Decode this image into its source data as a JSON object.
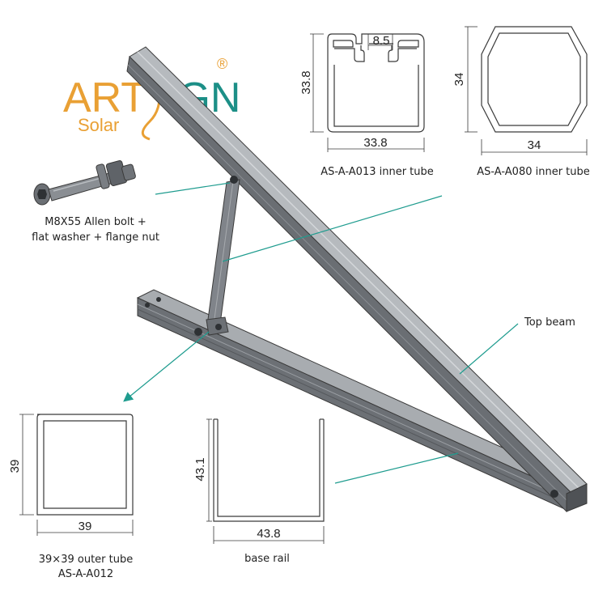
{
  "logo": {
    "part1": "ART",
    "part2": "IGN",
    "sub": "Solar",
    "registered": "®",
    "colors": {
      "orange": "#e9a034",
      "teal": "#1c8f87"
    }
  },
  "bolt": {
    "caption_line1": "M8X55 Allen bolt +",
    "caption_line2": "flat washer + flange nut"
  },
  "profiles": {
    "a013": {
      "caption": "AS-A-A013 inner tube",
      "width": "33.8",
      "height": "33.8",
      "slot": "8.5"
    },
    "a080": {
      "caption": "AS-A-A080 inner tube",
      "width": "34",
      "height": "34"
    },
    "a012": {
      "caption_line1": "39×39 outer tube",
      "caption_line2": "AS-A-A012",
      "width": "39",
      "height": "39"
    },
    "base": {
      "caption": "base rail",
      "width": "43.8",
      "height": "43.1"
    }
  },
  "frame": {
    "top_beam_label": "Top beam"
  },
  "colors": {
    "leader": "#1f9c8f",
    "metal_dark": "#55585c",
    "metal_mid": "#7d8186",
    "metal_light": "#a8acb0",
    "line": "#3a3a3a"
  }
}
